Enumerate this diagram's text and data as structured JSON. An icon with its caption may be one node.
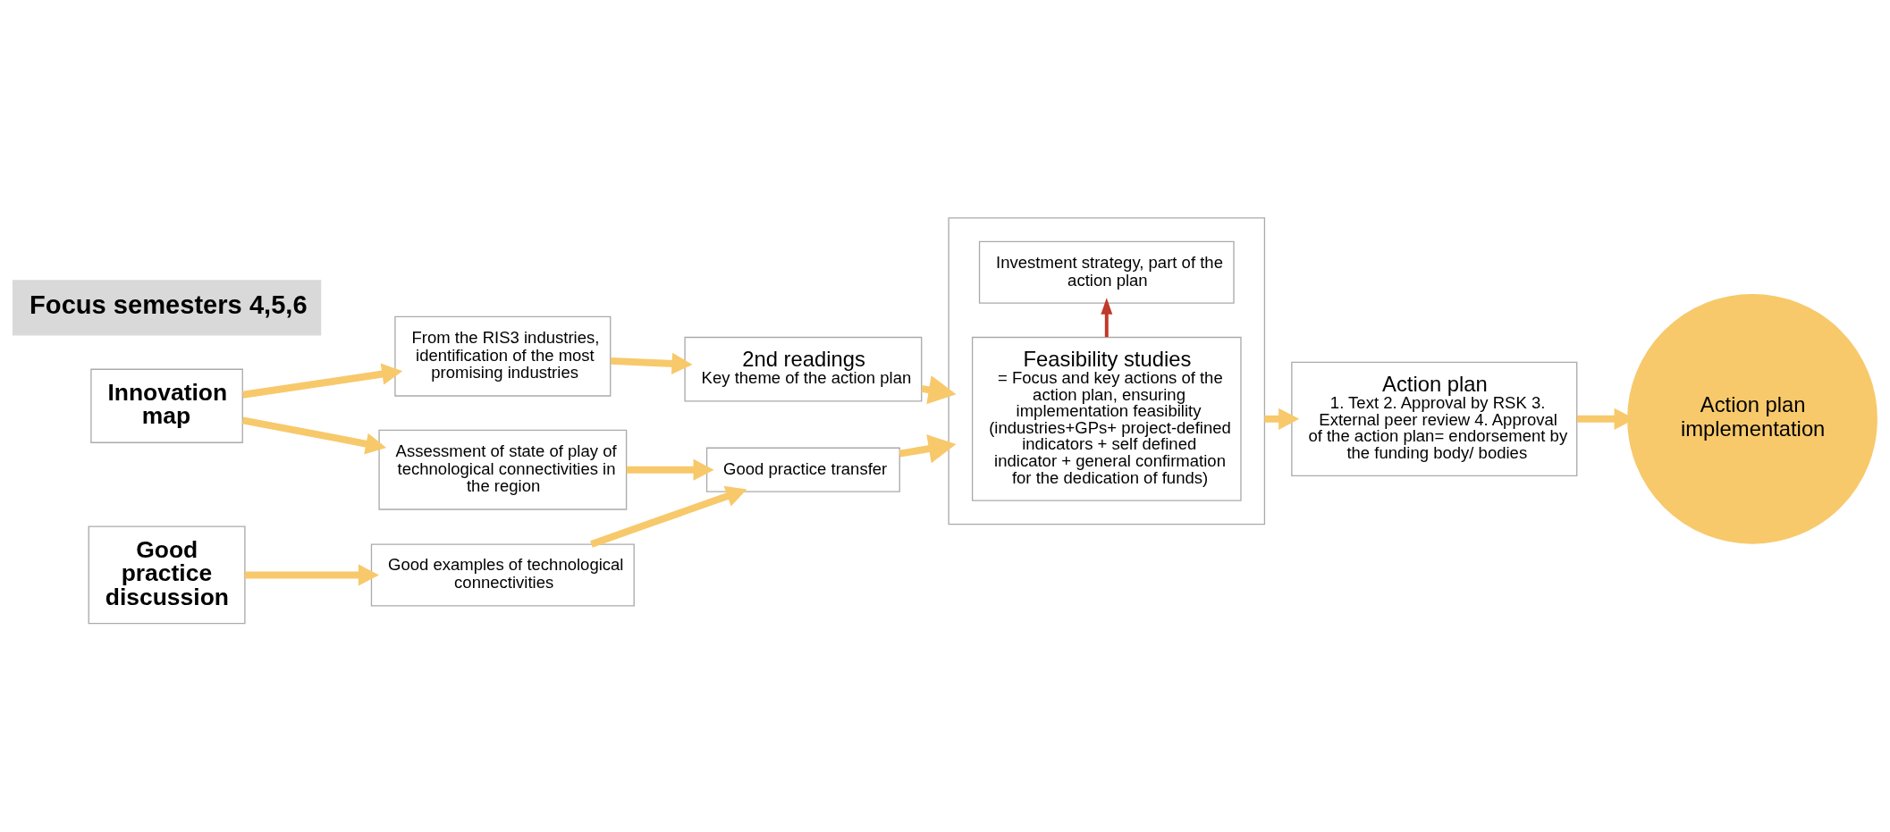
{
  "diagram": {
    "nodes": [
      {
        "text": [
          "Innovation map"
        ]
      },
      {
        "text": [
          "Good practice discussion"
        ]
      },
      {
        "text": [
          "From the RIS3 industries, identification of the most promising industries"
        ]
      },
      {
        "text": [
          "Assessment of state of play of technological connectivities in the region"
        ]
      },
      {
        "text": [
          "Good examples of technological connectivities"
        ]
      },
      {
        "text": [
          "2nd readings",
          "Key theme of the action plan"
        ]
      },
      {
        "text": [
          "Good practice transfer"
        ]
      },
      {
        "text": [],
        "shape": "box"
      },
      {
        "text": [
          "Feasibility studies",
          "= Focus and key actions of the action plan, ensuring implementation feasibility (industries+GPs+ project-defined indicators + self defined indicator + general confirmation for the dedication of funds)"
        ],
        "in": 7
      },
      {
        "text": [
          "Investment strategy, part of the action plan"
        ],
        "in": 7
      },
      {
        "text": [
          "Action plan",
          "1. Text 2. Approval by RSK 3. External peer review 4. Approval of the action plan= endorsement by the funding body/ bodies"
        ]
      },
      {
        "text": [
          "Action plan implementation"
        ]
      },
      {
        "text": [
          "Focus semesters 4,5,6"
        ]
      }
    ],
    "edges": [
      {
        "from": 0,
        "to": 2,
        "arrow": "to"
      },
      {
        "from": 0,
        "to": 3,
        "arrow": "to"
      },
      {
        "from": 1,
        "to": 4,
        "arrow": "to"
      },
      {
        "from": 2,
        "to": 5,
        "arrow": "to"
      },
      {
        "from": 3,
        "to": 6,
        "arrow": "to"
      },
      {
        "from": 4,
        "to": 6,
        "arrow": "to"
      },
      {
        "from": 5,
        "to": 7,
        "arrow": "to"
      },
      {
        "from": 6,
        "to": 7,
        "arrow": "to"
      },
      {
        "from": 8,
        "to": 9,
        "arrow": "to",
        "color": "#c0392b"
      },
      {
        "from": 7,
        "to": 10,
        "arrow": "to"
      },
      {
        "from": 10,
        "to": 11,
        "arrow": "to"
      }
    ]
  }
}
